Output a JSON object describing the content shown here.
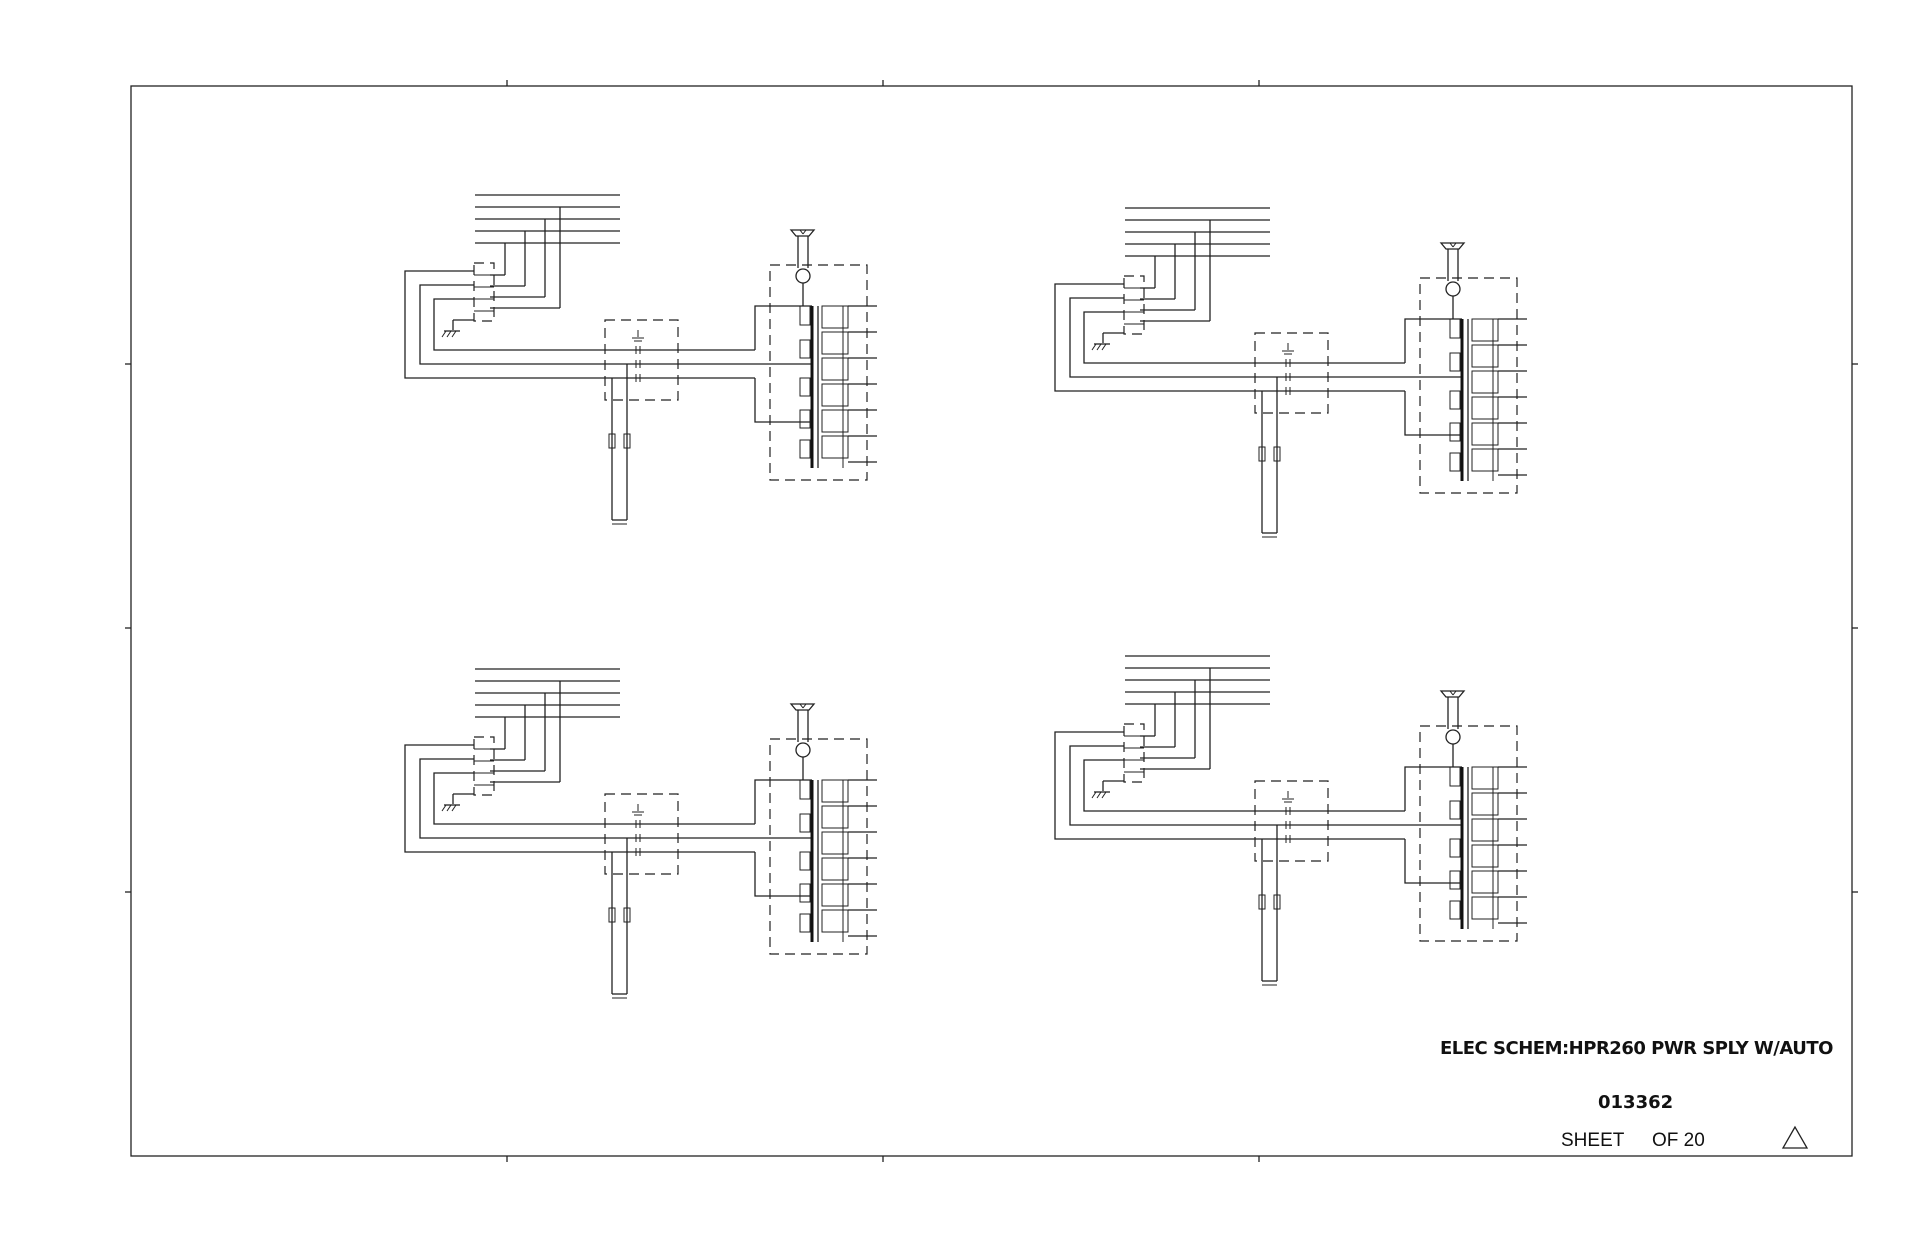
{
  "title_block": {
    "title": "ELEC SCHEM:HPR260 PWR SPLY W/AUTO",
    "drawing_number": "013362",
    "sheet_label": "SHEET",
    "of_label": "OF 20"
  },
  "revision_symbol": "triangle-icon",
  "circuit_blocks": [
    {
      "id": "top-left"
    },
    {
      "id": "top-right"
    },
    {
      "id": "bottom-left"
    },
    {
      "id": "bottom-right"
    }
  ],
  "colors": {
    "line": "#222222",
    "background": "#ffffff"
  }
}
